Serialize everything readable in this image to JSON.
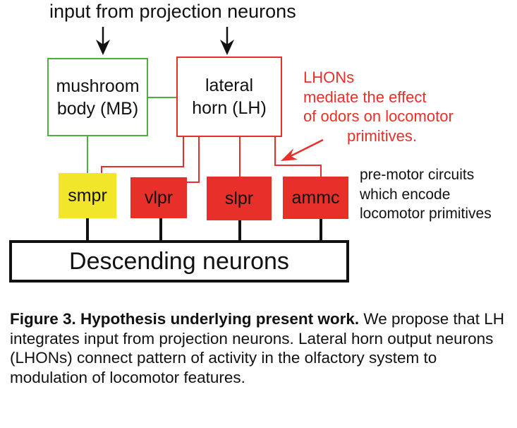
{
  "diagram": {
    "top_input_label": "input from projection neurons",
    "boxes": {
      "mb": "mushroom body (MB)",
      "lh": "lateral horn (LH)",
      "smpr": "smpr",
      "vlpr": "vlpr",
      "slpr": "slpr",
      "ammc": "ammc",
      "descending": "Descending neurons"
    },
    "red_annotation": [
      "LHONs",
      "mediate the effect",
      "of odors on locomotor",
      "primitives."
    ],
    "side_note": [
      "pre-motor circuits",
      "which encode",
      "locomotor primitives"
    ],
    "colors": {
      "mb_border": "#4caf3f",
      "lh_border": "#e8302a",
      "smpr_fill": "#f2e62a",
      "red_fill": "#e8302a",
      "annotation_text": "#e8302a"
    }
  },
  "caption": {
    "bold": "Figure 3. Hypothesis underlying present work.",
    "text": " We propose that LH integrates input from projection neurons. Lateral horn output neurons (LHONs) connect pattern of activity in the olfactory system to modulation of locomotor features."
  }
}
